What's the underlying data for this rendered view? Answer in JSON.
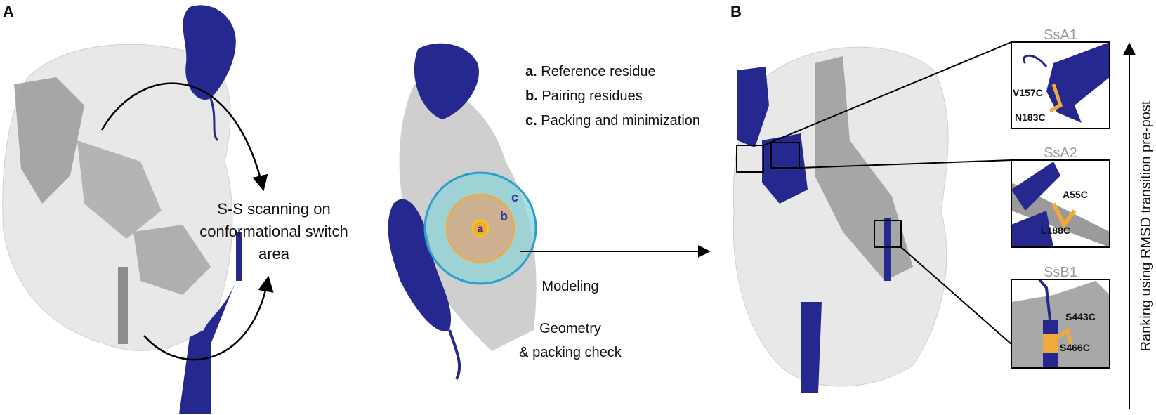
{
  "panels": {
    "a_label": "A",
    "b_label": "B"
  },
  "scan_text": [
    "S-S scanning on",
    "conformational switch",
    "area"
  ],
  "steps": [
    {
      "key": "a.",
      "text": "Reference residue"
    },
    {
      "key": "b.",
      "text": "Pairing residues"
    },
    {
      "key": "c.",
      "text": "Packing and minimization"
    }
  ],
  "sphere_labels": {
    "a": "a",
    "b": "b",
    "c": "c"
  },
  "modeling": {
    "label": "Modeling",
    "check_line1": "Geometry",
    "check_line2": "& packing check"
  },
  "insets": [
    {
      "title": "SsA1",
      "residues": [
        "V157C",
        "N183C"
      ]
    },
    {
      "title": "SsA2",
      "residues": [
        "A55C",
        "L188C"
      ]
    },
    {
      "title": "SsB1",
      "residues": [
        "S443C",
        "S466C"
      ]
    }
  ],
  "ranking_label": "Ranking using RMSD transition pre-post",
  "colors": {
    "blue": "#25298f",
    "gray": "#8c8c8c",
    "surface": "#e6e6e6",
    "orange": "#f2a93b",
    "cyan": "#8fd3d6",
    "circle_blue": "#2a9fce"
  }
}
